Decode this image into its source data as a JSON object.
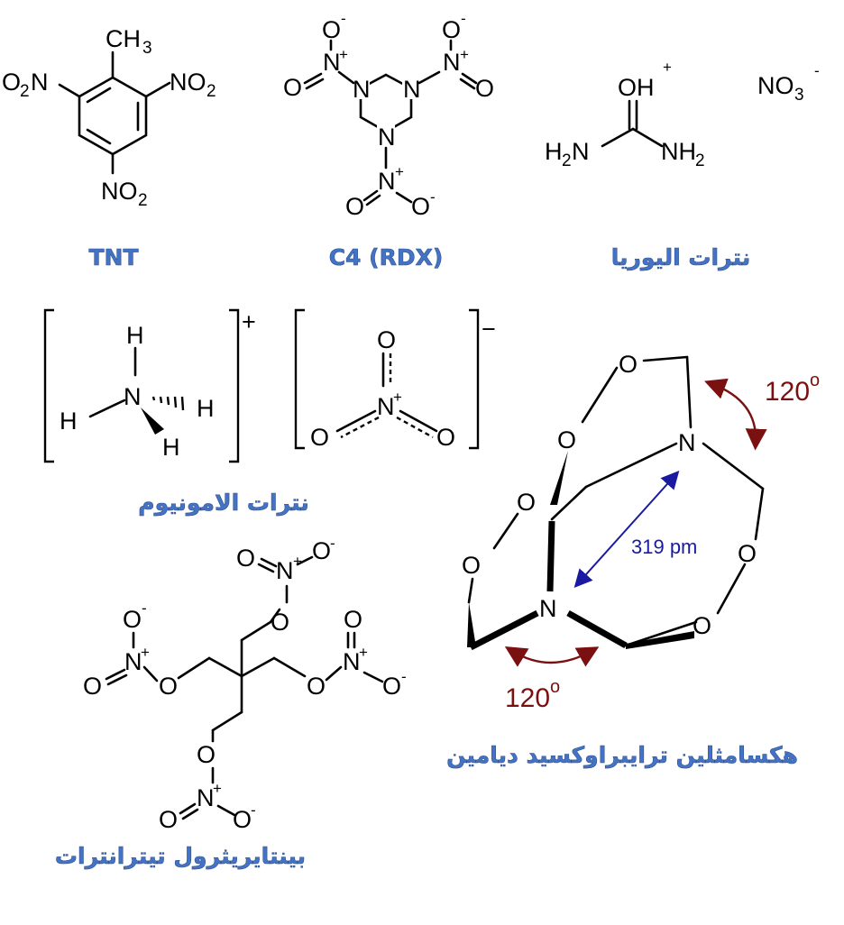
{
  "captions": {
    "tnt": "TNT",
    "rdx": "C4 (RDX)",
    "urea_nitrate": "نترات اليوريا",
    "ammonium_nitrate": "نترات الامونيوم",
    "petn": "بينتايريثرول تيترانترات",
    "hmtd": "هكسامثلين ترايبراوكسيد ديامين"
  },
  "atoms": {
    "O": "O",
    "N": "N",
    "H": "H",
    "C": "C",
    "OH": "OH",
    "NO": "NO",
    "CH": "CH",
    "H2N_H": "H",
    "H2N_N": "N",
    "NH": "NH",
    "O2N_O": "O"
  },
  "subscripts": {
    "two": "2",
    "three": "3"
  },
  "charges": {
    "plus": "+",
    "minus": "-",
    "plus_big": "+",
    "minus_big": "−"
  },
  "annotations": {
    "angle_top": "120",
    "angle_bottom": "120",
    "degree": "o",
    "distance": "319 pm"
  },
  "colors": {
    "caption": "#4472c4",
    "angle": "#7b1010",
    "distance_arrow": "#1a1aa0"
  }
}
